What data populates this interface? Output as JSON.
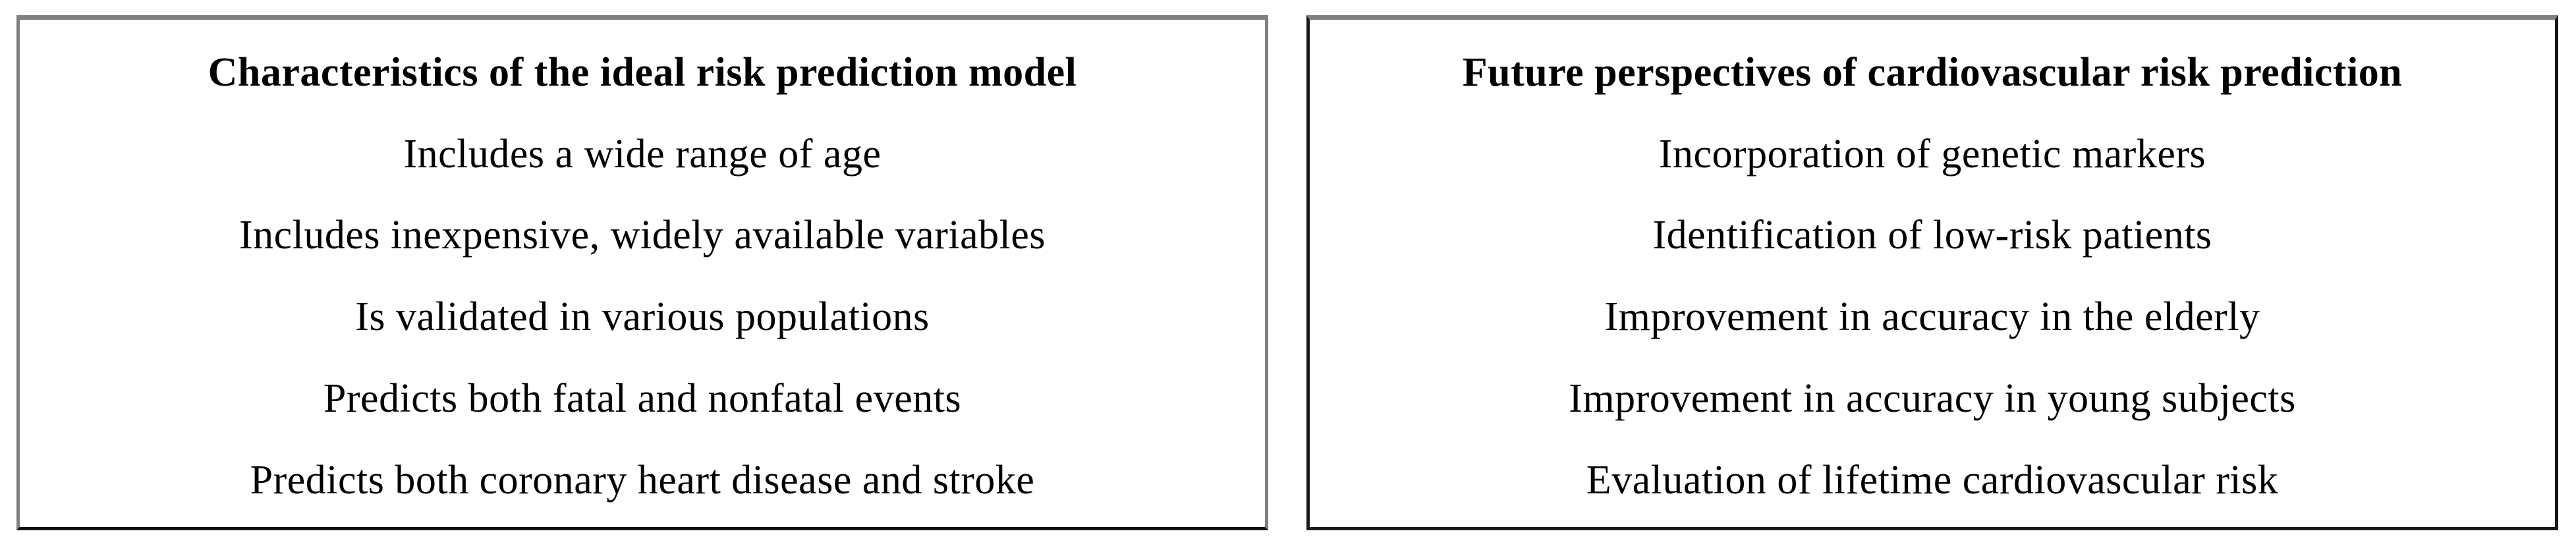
{
  "figure": {
    "left_box": {
      "title": "Characteristics of the ideal risk prediction model",
      "items": [
        "Includes a wide range of age",
        "Includes inexpensive, widely available variables",
        "Is validated in various populations",
        "Predicts both fatal and nonfatal events",
        "Predicts both coronary heart disease and stroke"
      ]
    },
    "right_box": {
      "title": "Future perspectives of cardiovascular risk prediction",
      "items": [
        "Incorporation of genetic markers",
        "Identification of low-risk patients",
        "Improvement in accuracy in the elderly",
        "Improvement in accuracy in young subjects",
        "Evaluation of lifetime cardiovascular risk"
      ]
    },
    "colors": {
      "border_gray": "#808080",
      "border_dark": "#141414",
      "text": "#000000",
      "background": "#ffffff"
    }
  }
}
